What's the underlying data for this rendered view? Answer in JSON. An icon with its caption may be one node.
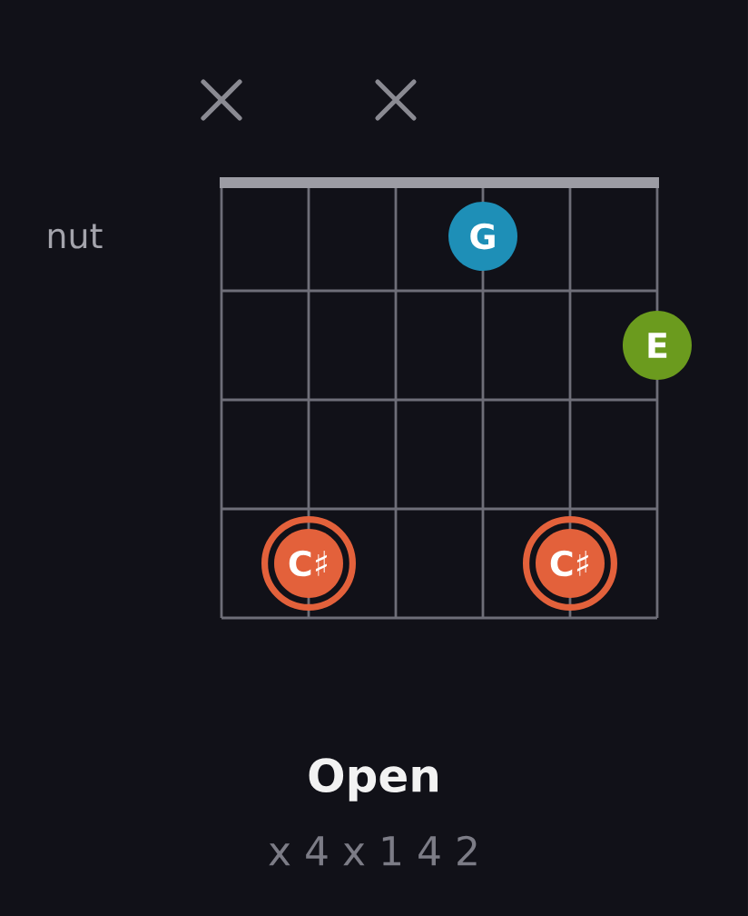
{
  "diagram": {
    "caption": "Open",
    "nodes": [
      {
        "text": [
          "G"
        ]
      },
      {
        "text": [
          "E"
        ]
      },
      {
        "text": [
          "C♯"
        ]
      },
      {
        "text": [
          "C♯"
        ]
      }
    ],
    "labels": [
      "nut",
      "x 4 x 1 4 2"
    ]
  }
}
